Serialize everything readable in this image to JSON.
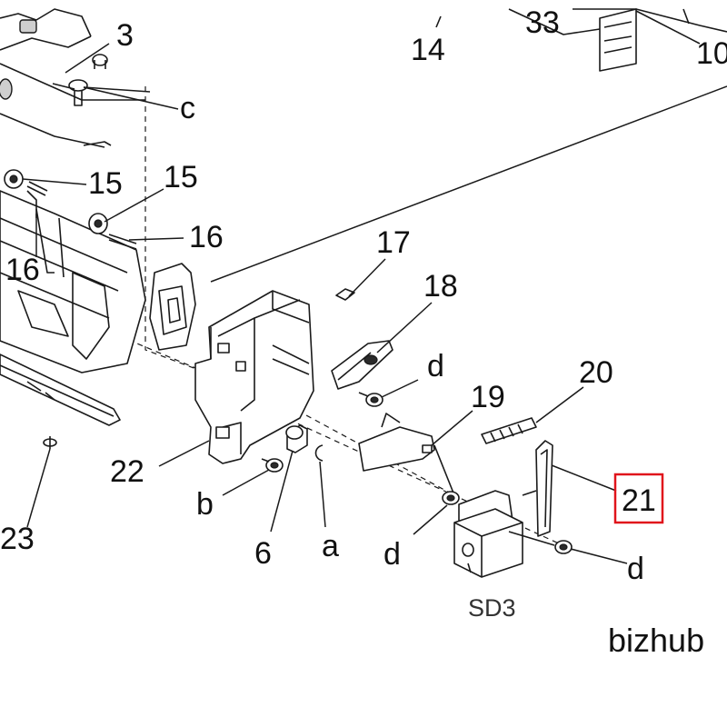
{
  "labels": {
    "p3": "3",
    "pc": "c",
    "p14": "14",
    "p33": "33",
    "p10": "10",
    "p15a": "15",
    "p15b": "15",
    "p16a": "16",
    "p16b": "16",
    "p17": "17",
    "p18": "18",
    "pd1": "d",
    "p19": "19",
    "p20": "20",
    "p21": "21",
    "p22": "22",
    "pb": "b",
    "p6": "6",
    "pa": "a",
    "pd2": "d",
    "pd3": "d",
    "p23": "23",
    "sd3": "SD3",
    "brand": "bizhub"
  },
  "highlight": {
    "label": "21",
    "color": "#e0141b"
  }
}
